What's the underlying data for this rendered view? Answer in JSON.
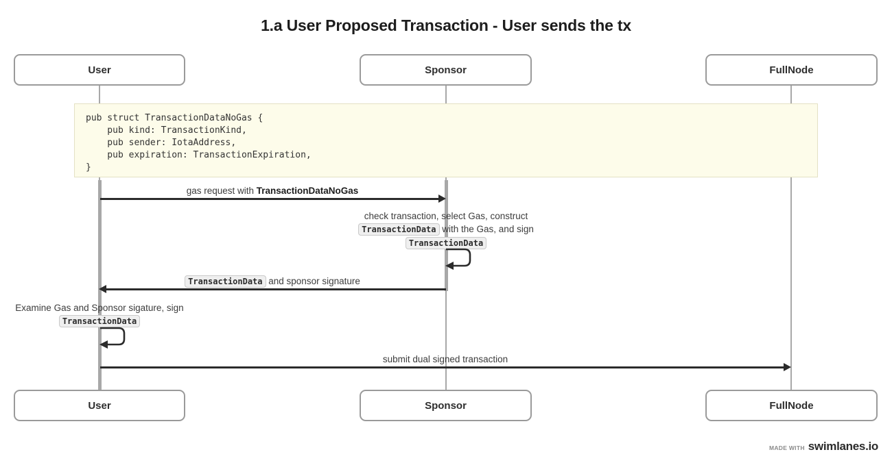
{
  "title": "1.a User Proposed Transaction - User sends the tx",
  "participants": [
    {
      "name": "User",
      "label": "User"
    },
    {
      "name": "Sponsor",
      "label": "Sponsor"
    },
    {
      "name": "FullNode",
      "label": "FullNode"
    }
  ],
  "note": {
    "code": "pub struct TransactionDataNoGas {\n    pub kind: TransactionKind,\n    pub sender: IotaAddress,\n    pub expiration: TransactionExpiration,\n}",
    "background_color": "#fdfcea",
    "border_color": "#e4e1c4"
  },
  "messages": [
    {
      "id": "gas-request",
      "from": "User",
      "to": "Sponsor",
      "direction": "right",
      "label_plain": "gas request with TransactionDataNoGas",
      "label_prefix": "gas request with ",
      "label_bold": "TransactionDataNoGas"
    },
    {
      "id": "sponsor-self",
      "from": "Sponsor",
      "to": "Sponsor",
      "direction": "self",
      "label_plain": "check transaction, select Gas, construct TransactionData with the Gas, and sign TransactionData",
      "line1_pre": "check transaction, select Gas, construct",
      "line2_code": "TransactionData",
      "line2_post": " with the Gas, and sign",
      "line3_code": "TransactionData"
    },
    {
      "id": "return-txdata",
      "from": "Sponsor",
      "to": "User",
      "direction": "left",
      "label_plain": "TransactionData and sponsor signature",
      "label_code": "TransactionData",
      "label_post": " and sponsor signature"
    },
    {
      "id": "user-self",
      "from": "User",
      "to": "User",
      "direction": "self",
      "label_plain": "Examine Gas and Sponsor sigature, sign TransactionData",
      "line1": "Examine Gas and Sponsor sigature, sign",
      "line2_code": "TransactionData"
    },
    {
      "id": "submit-tx",
      "from": "User",
      "to": "FullNode",
      "direction": "right",
      "label_plain": "submit dual signed transaction"
    }
  ],
  "footer": {
    "made_with": "MADE WITH",
    "brand": "swimlanes.io"
  },
  "colors": {
    "line": "#2b2b2b",
    "lifeline": "#a8a8a8",
    "box_border": "#9a9a9a",
    "text": "#3c3c3c",
    "chip_bg": "#efefef"
  }
}
